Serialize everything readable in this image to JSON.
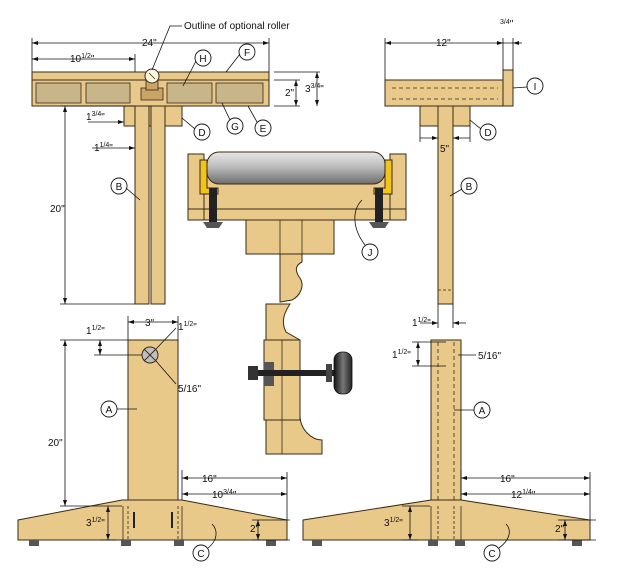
{
  "callout": {
    "optional_roller": "Outline of optional roller"
  },
  "part_letters": {
    "A": "A",
    "B": "B",
    "C": "C",
    "D": "D",
    "E": "E",
    "F": "F",
    "G": "G",
    "H": "H",
    "I": "I",
    "J": "J"
  },
  "dimensions": {
    "top_width": "24\"",
    "top_half": "10",
    "top_half_frac": "1/2",
    "top_half_unit": "\"",
    "top_height_small": "2\"",
    "top_height_total": "3",
    "top_height_total_frac": "3/4",
    "top_height_total_unit": "\"",
    "side_width": "12\"",
    "side_lip": "3/4",
    "side_lip_unit": "\"",
    "d_offset_whole": "1",
    "d_offset_frac": "3/4",
    "d_offset_unit": "\"",
    "b_gap_whole": "1",
    "b_gap_frac": "1/4",
    "b_gap_unit": "\"",
    "b_height": "20\"",
    "d_side_width": "5\"",
    "b_width": "3\"",
    "b_side_whole": "1",
    "b_side_frac": "1/2",
    "b_side_unit": "\"",
    "a_left_whole": "1",
    "a_left_frac": "1/2",
    "a_left_unit": "\"",
    "a_hole_whole": "1",
    "a_hole_frac": "1/2",
    "a_hole_unit": "\"",
    "a_hole_dia": "5/16\"",
    "a_height": "20\"",
    "a_side_top_whole": "1",
    "a_side_top_frac": "1/2",
    "a_side_top_unit": "\"",
    "a_side_hole_dia": "5/16\"",
    "base_length": "16\"",
    "base_half_whole": "10",
    "base_half_frac": "3/4",
    "base_half_unit": "\"",
    "base_height_whole": "3",
    "base_height_frac": "1/2",
    "base_height_unit": "\"",
    "base_end_height": "2\"",
    "base_side_length": "16\"",
    "base_side_half_whole": "12",
    "base_side_half_frac": "1/4",
    "base_side_half_unit": "\"",
    "base_side_height_whole": "3",
    "base_side_height_frac": "1/2",
    "base_side_height_unit": "\"",
    "base_side_end_height": "2\""
  },
  "colors": {
    "wood": "#e8c98a",
    "wood_dark": "#c9a466",
    "outline": "#3a2a14",
    "roller": "#9c9c9c",
    "bracket": "#f2c418"
  }
}
